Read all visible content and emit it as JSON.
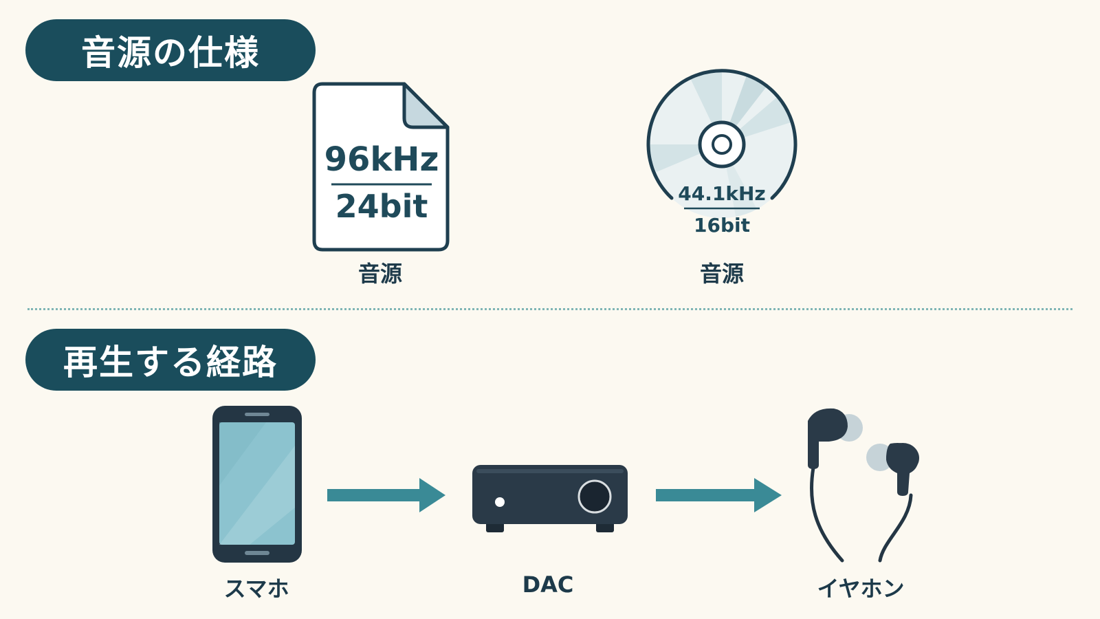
{
  "sections": {
    "spec_title": "音源の仕様",
    "route_title": "再生する経路"
  },
  "spec": {
    "file": {
      "sample_rate": "96kHz",
      "bit_depth": "24bit",
      "caption": "音源"
    },
    "cd": {
      "sample_rate": "44.1kHz",
      "bit_depth": "16bit",
      "caption": "音源"
    }
  },
  "route": {
    "source": "スマホ",
    "dac": "DAC",
    "output": "イヤホン"
  },
  "colors": {
    "background": "#fcf9f1",
    "pill": "#1a4d5c",
    "text": "#1d3a4a",
    "arrow": "#3a8a96",
    "device": "#2a3a48",
    "phone_screen": "#8cc3cf",
    "divider": "#7fb5b5"
  }
}
